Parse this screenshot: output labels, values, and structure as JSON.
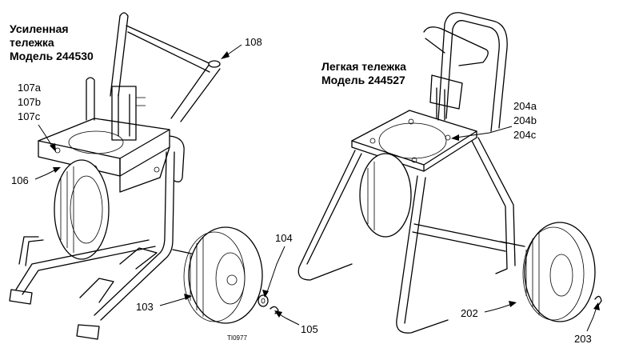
{
  "left_cart": {
    "title_lines": [
      "Усиленная",
      "тележка",
      "Модель 244530"
    ],
    "labels": {
      "p108": "108",
      "p107a": "107a",
      "p107b": "107b",
      "p107c": "107c",
      "p106": "106",
      "p104": "104",
      "p103": "103",
      "p105": "105"
    },
    "drawing_code": "TI0977"
  },
  "right_cart": {
    "title_lines": [
      "Легкая тележка",
      "Модель 244527"
    ],
    "labels": {
      "p204a": "204a",
      "p204b": "204b",
      "p204c": "204c",
      "p202": "202",
      "p203": "203"
    }
  }
}
